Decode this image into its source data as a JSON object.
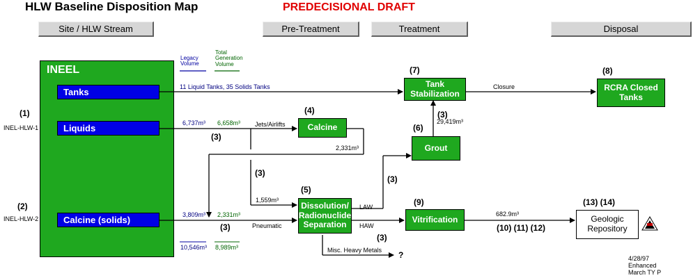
{
  "header": {
    "title": "HLW Baseline Disposition Map",
    "draft": "PREDECISIONAL DRAFT"
  },
  "columns": {
    "site": "Site / HLW Stream",
    "pretreatment": "Pre-Treatment",
    "treatment": "Treatment",
    "disposal": "Disposal"
  },
  "legend": {
    "legacy": "Legacy Volume",
    "total": "Total Generation Volume"
  },
  "site": {
    "name": "INEEL",
    "tanks": "Tanks",
    "liquids": "Liquids",
    "calcine": "Calcine (solids)",
    "ref1": "(1)",
    "id1": "INEL-HLW-1",
    "ref2": "(2)",
    "id2": "INEL-HLW-2"
  },
  "flows": {
    "tanks_desc": "11 Liquid Tanks, 35 Solids Tanks",
    "closure": "Closure",
    "liquids_legacy": "6,737m³",
    "liquids_total": "6,658m³",
    "jets": "Jets/Airlifts",
    "ref3_a": "(3)",
    "calcine_return": "2,331m³",
    "ref3_b": "(3)",
    "to_dissolution": "1,559m³",
    "calcine_legacy": "3,809m³",
    "calcine_total": "2,331m³",
    "pneumatic": "Pneumatic",
    "ref3_c": "(3)",
    "sum_legacy": "10,546m³",
    "sum_total": "8,989m³",
    "ref3_d": "(3)",
    "grout_vol": "29,419m³",
    "law": "LAW",
    "haw": "HAW",
    "ref3_e": "(3)",
    "misc": "Misc. Heavy Metals",
    "question": "?",
    "vit_vol": "682.9m³",
    "refs_repo": "(10) (11) (12)"
  },
  "boxes": {
    "calcine": {
      "num": "(4)",
      "label": "Calcine"
    },
    "tank_stab": {
      "num": "(7)",
      "label": "Tank Stabilization"
    },
    "rcra": {
      "num": "(8)",
      "label": "RCRA Closed Tanks"
    },
    "grout": {
      "num": "(6)",
      "label": "Grout"
    },
    "dissolution": {
      "num": "(5)",
      "label": "Dissolution/ Radionuclide Separation"
    },
    "vitrification": {
      "num": "(9)",
      "label": "Vitrification"
    },
    "repository": {
      "num": "(13) (14)",
      "label": "Geologic Repository"
    }
  },
  "footer": {
    "date": "4/28/97",
    "enhanced": "Enhanced",
    "march": "March TY P"
  },
  "colors": {
    "green": "#1fa81f",
    "blue": "#0000e6",
    "draft_red": "#e00000"
  }
}
